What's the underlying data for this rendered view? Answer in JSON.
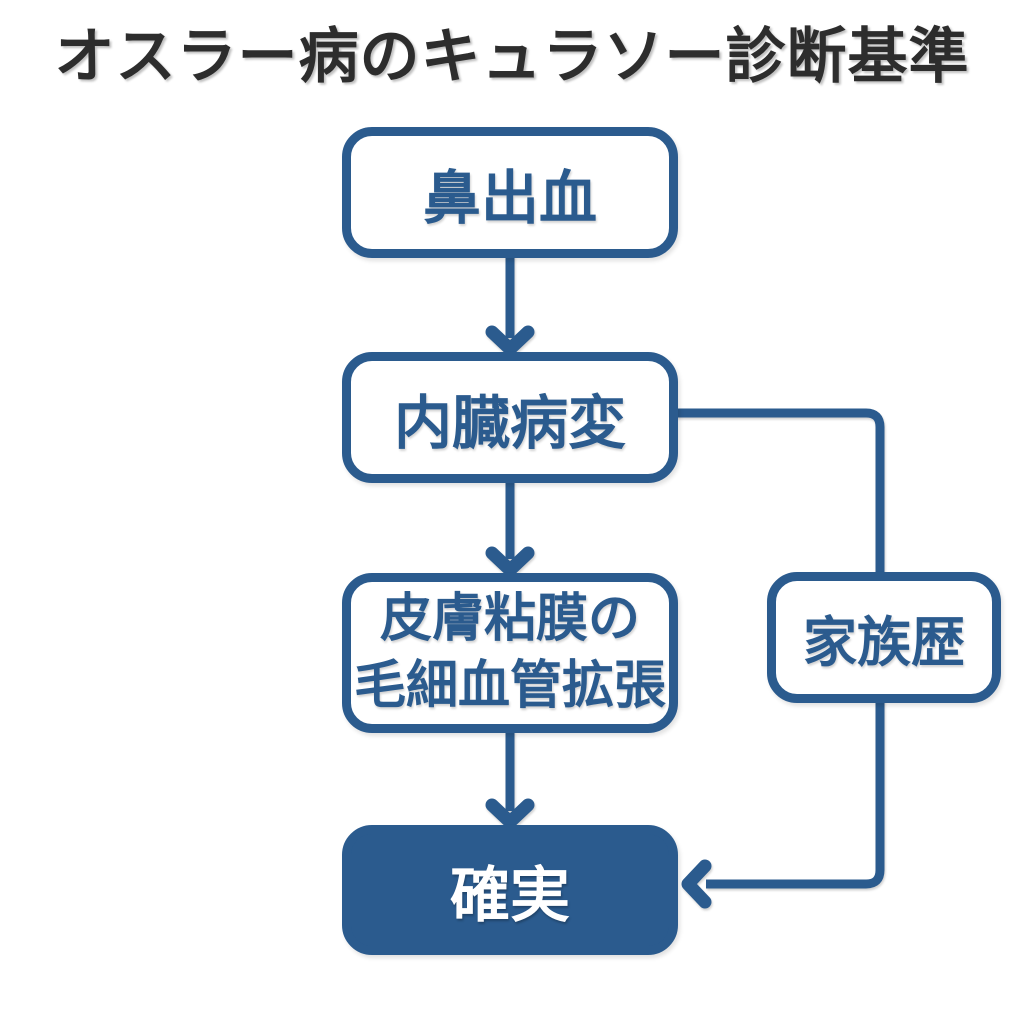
{
  "title": "オスラー病のキュラソー診断基準",
  "colors": {
    "primary": "#2b5b8e",
    "background": "#ffffff",
    "node_fill": "#ffffff",
    "definite_text": "#ffffff",
    "title_color": "#2d2d2d"
  },
  "nodes": {
    "epistaxis": {
      "label": "鼻出血"
    },
    "visceral": {
      "label": "内臓病変"
    },
    "telangiectasia": {
      "line1": "皮膚粘膜の",
      "line2": "毛細血管拡張"
    },
    "family_history": {
      "label": "家族歴"
    },
    "definite": {
      "label": "確実"
    }
  },
  "edges": [
    {
      "from": "epistaxis",
      "to": "visceral",
      "arrow": true
    },
    {
      "from": "visceral",
      "to": "telangiectasia",
      "arrow": true
    },
    {
      "from": "telangiectasia",
      "to": "definite",
      "arrow": true
    },
    {
      "from": "visceral",
      "to": "family_history",
      "arrow": false
    },
    {
      "from": "family_history",
      "to": "definite",
      "arrow": true
    }
  ]
}
